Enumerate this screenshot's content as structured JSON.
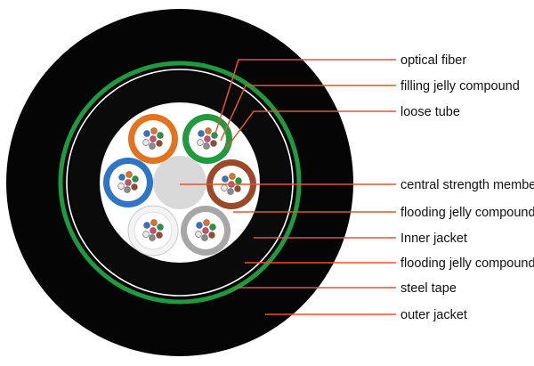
{
  "colors": {
    "outer_jacket": "#050505",
    "steel_tape": "#1f9a3e",
    "leader": "#e2572b",
    "orange_tube": "#e3741f",
    "green_tube": "#1f9a3e",
    "blue_tube": "#2e74c7",
    "brown_tube": "#9a4a2a",
    "white_tube": "#f4f4f4",
    "gray_tube": "#a7a7a7",
    "central_member": "#d9d9d9"
  },
  "labels": [
    {
      "id": "optical-fiber",
      "text": "optical fiber"
    },
    {
      "id": "filling-jelly-compound",
      "text": "filling jelly compound"
    },
    {
      "id": "loose-tube",
      "text": "loose tube"
    },
    {
      "id": "central-strength-member",
      "text": "central strength member"
    },
    {
      "id": "flooding-jelly-compound-inner",
      "text": "flooding jelly compound"
    },
    {
      "id": "inner-jacket",
      "text": "Inner jacket"
    },
    {
      "id": "flooding-jelly-compound-outer",
      "text": "flooding jelly compound"
    },
    {
      "id": "steel-tape",
      "text": "steel tape"
    },
    {
      "id": "outer-jacket",
      "text": "outer jacket"
    }
  ]
}
